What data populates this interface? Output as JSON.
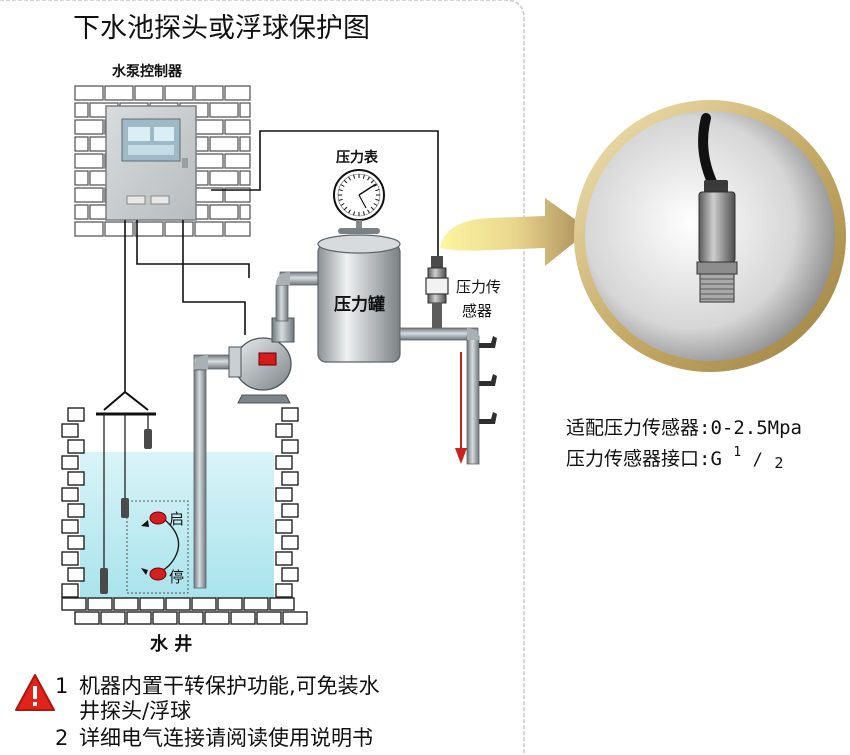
{
  "title": "下水池探头或浮球保护图",
  "labels": {
    "pump_controller": "水泵控制器",
    "pressure_gauge": "压力表",
    "pressure_tank": "压力罐",
    "pressure_sensor_line1": "压力传",
    "pressure_sensor_line2": "感器",
    "well": "水 井",
    "float_start": "启",
    "float_stop": "停"
  },
  "specs": {
    "line1": "适配压力传感器:0-2.5Mpa",
    "line2_prefix": "压力传感器接口:G",
    "line2_fraction_num": "1",
    "line2_fraction_den": "2"
  },
  "notes": {
    "item1_num": "1",
    "item1_line1": "机器内置干转保护功能,可免装水",
    "item1_line2": "井探头/浮球",
    "item2_num": "2",
    "item2_text": "详细电气连接请阅读使用说明书"
  },
  "colors": {
    "water": "#c8eef4",
    "warning": "#e2231a",
    "flow_arrow": "#cc2222",
    "pipe": "#8e969b"
  },
  "icons": {
    "warning": "warning-triangle-icon"
  }
}
